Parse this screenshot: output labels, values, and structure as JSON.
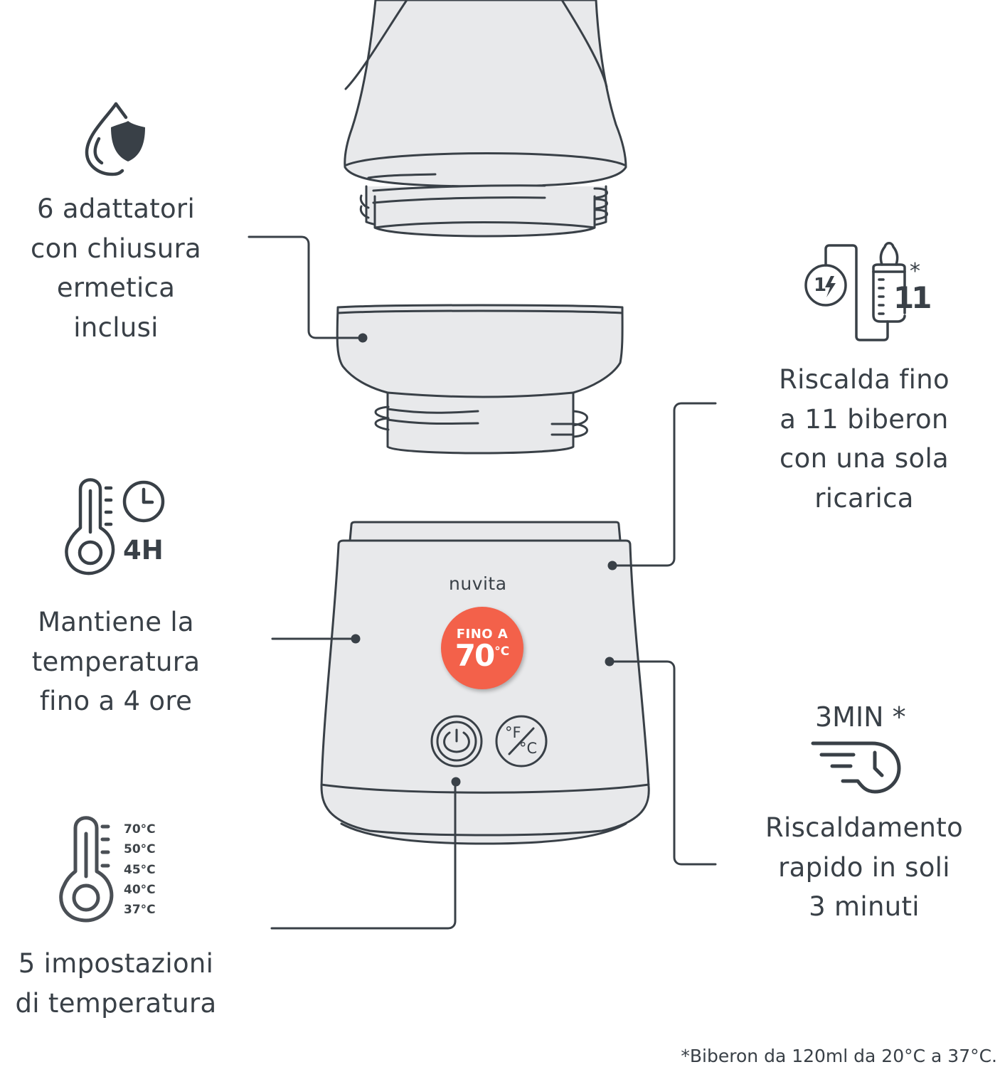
{
  "features": {
    "adapters": {
      "icon": "drop-shield-icon",
      "lines": [
        "6 adattatori",
        "con chiusura",
        "ermetica",
        "inclusi"
      ]
    },
    "keep_warm": {
      "icon": "thermometer-clock-icon",
      "icon_label": "4H",
      "lines": [
        "Mantiene la",
        "temperatura",
        "fino a 4 ore"
      ]
    },
    "temperature_settings": {
      "icon": "thermometer-scale-icon",
      "temperatures": [
        "70°C",
        "50°C",
        "45°C",
        "40°C",
        "37°C"
      ],
      "lines": [
        "5 impostazioni",
        "di temperatura"
      ]
    },
    "battery": {
      "icon": "charge-bottle-icon",
      "charge_label": "1",
      "bottle_count": "11",
      "asterisk": "*",
      "lines": [
        "Riscalda fino",
        "a 11 biberon",
        "con una sola",
        "ricarica"
      ]
    },
    "fast_heating": {
      "icon": "fast-clock-icon",
      "icon_label": "3MIN *",
      "lines": [
        "Riscaldamento",
        "rapido in soli",
        "3 minuti"
      ]
    }
  },
  "device": {
    "brand": "nuvita",
    "badge": {
      "top": "FINO A",
      "value": "70",
      "unit": "°C"
    },
    "buttons": [
      {
        "name": "power",
        "icon": "power-cycle-icon"
      },
      {
        "name": "unit-toggle",
        "icon": "fahrenheit-celsius-icon",
        "label_top": "°F",
        "label_bottom": "°C"
      }
    ]
  },
  "colors": {
    "ink": "#394047",
    "fill": "#e8e9eb",
    "accent": "#f3614a",
    "background": "#ffffff"
  },
  "footnote": "*Biberon da 120ml da 20°C a 37°C."
}
